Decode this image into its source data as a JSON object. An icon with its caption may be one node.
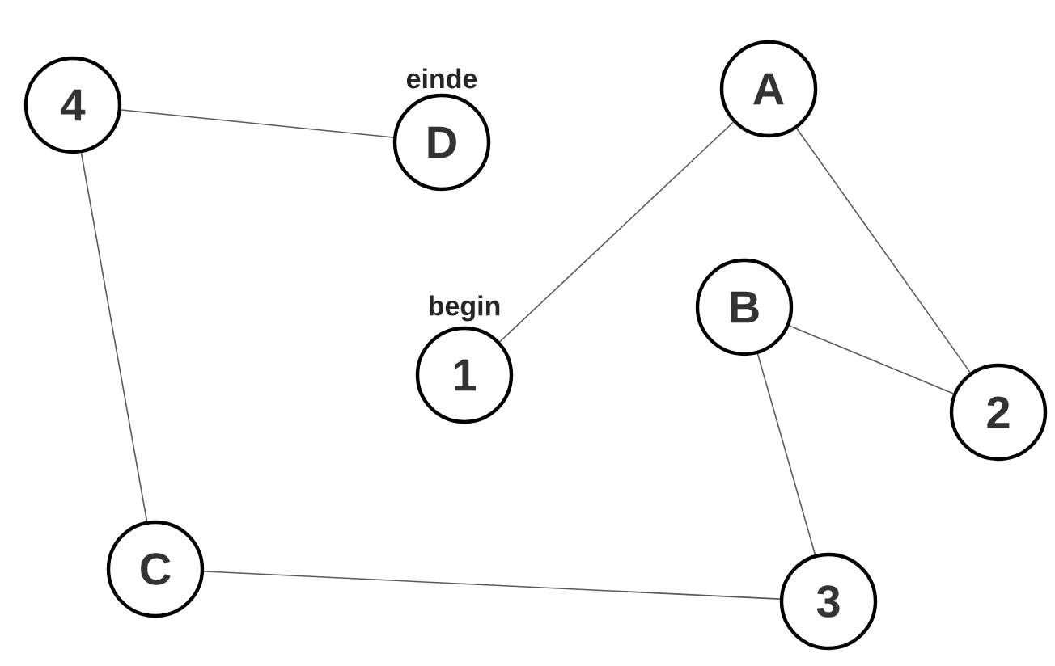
{
  "diagram": {
    "nodes": [
      {
        "text": [
          "4"
        ]
      },
      {
        "text": [
          "D"
        ],
        "beside": [
          "einde"
        ]
      },
      {
        "text": [
          "A"
        ]
      },
      {
        "text": [
          "1"
        ],
        "beside": [
          "begin"
        ]
      },
      {
        "text": [
          "B"
        ]
      },
      {
        "text": [
          "2"
        ]
      },
      {
        "text": [
          "C"
        ]
      },
      {
        "text": [
          "3"
        ]
      }
    ],
    "edges": [
      {
        "from": 0,
        "to": 1,
        "arrow": "none"
      },
      {
        "from": 3,
        "to": 2,
        "arrow": "none"
      },
      {
        "from": 2,
        "to": 5,
        "arrow": "none"
      },
      {
        "from": 4,
        "to": 5,
        "arrow": "none"
      },
      {
        "from": 4,
        "to": 7,
        "arrow": "none"
      },
      {
        "from": 0,
        "to": 6,
        "arrow": "none"
      },
      {
        "from": 6,
        "to": 7,
        "arrow": "none"
      }
    ]
  }
}
